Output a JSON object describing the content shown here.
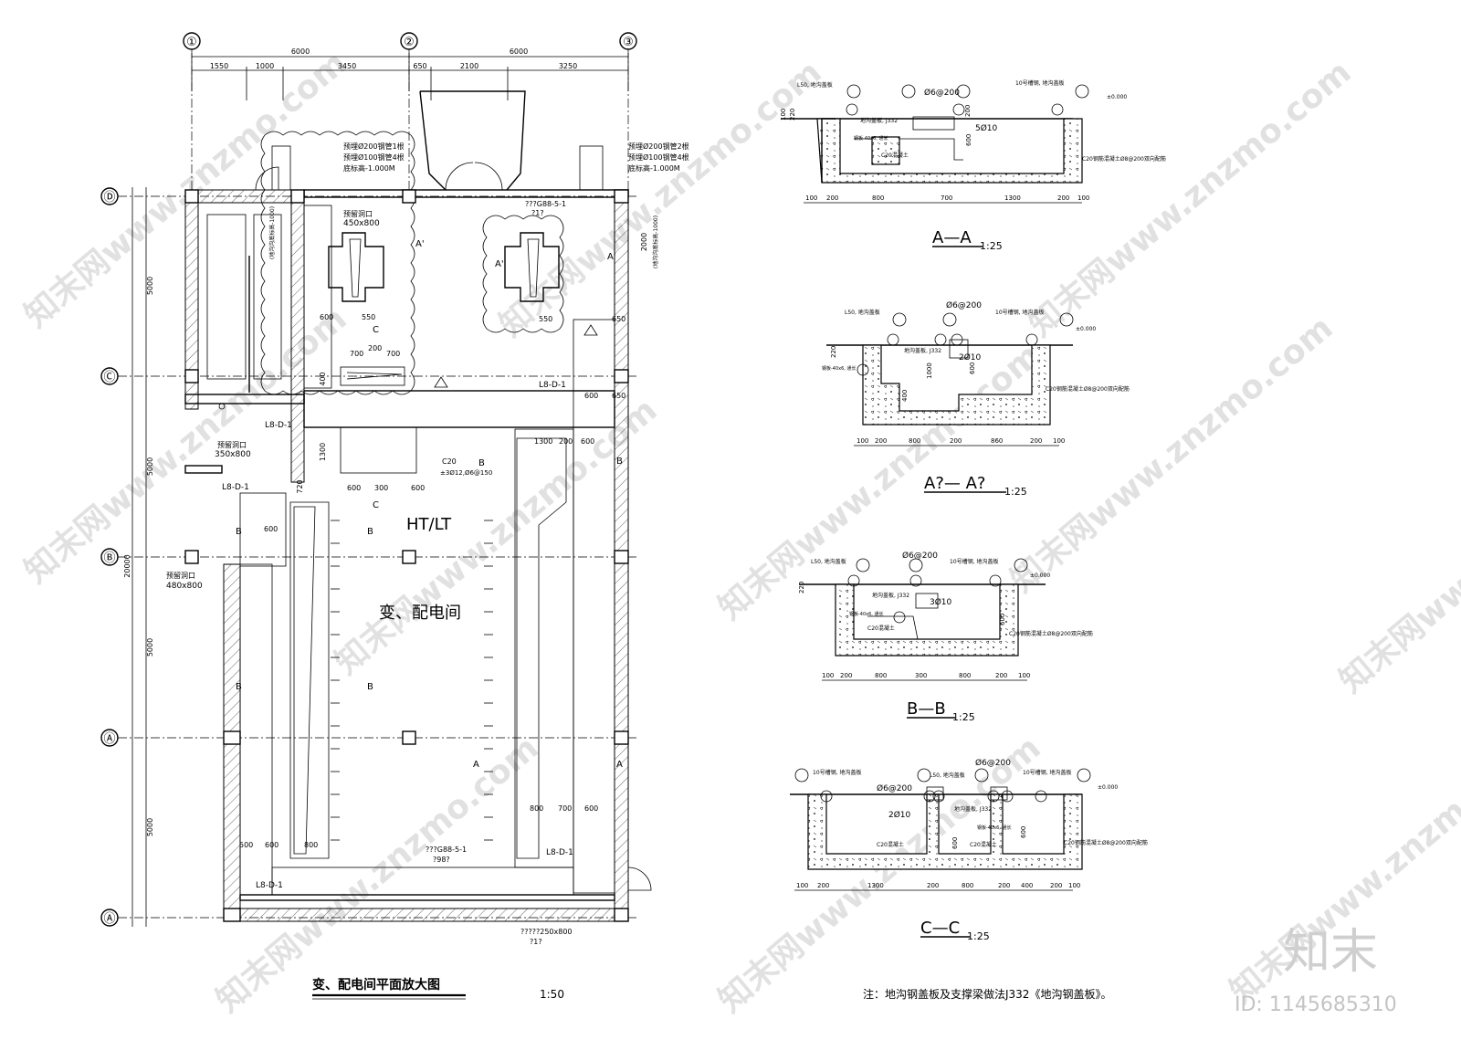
{
  "plan": {
    "title": "变、配电间平面放大图",
    "scale": "1:50",
    "room_code": "HT/LT",
    "room_name": "变、配电间",
    "axes_top": [
      "①",
      "②",
      "③"
    ],
    "axes_left": [
      "Ⓓ",
      "Ⓒ",
      "Ⓑ",
      "Ⓐ",
      "Ⓐ"
    ],
    "dim_top_totals": [
      "6000",
      "6000"
    ],
    "dim_top_parts": [
      "1550",
      "1000",
      "3450",
      "650",
      "2100",
      "3250"
    ],
    "dim_left": [
      "5000",
      "5000",
      "5000",
      "5000"
    ],
    "dim_left_total": "20000",
    "pipe_note_left": [
      "预埋Ø200钢管1根",
      "预埋Ø100钢管4根",
      "底标高-1.000M"
    ],
    "pipe_note_right": [
      "预埋Ø200钢管2根",
      "预埋Ø100钢管4根",
      "底标高-1.000M"
    ],
    "labels": {
      "opening_450": "450x800",
      "opening_350": "350x800",
      "opening_480": "480x800",
      "beam_a": "预留洞口",
      "beam_b": "预留洞口",
      "l8": "L8-D-1",
      "gb_top": "???G88-5-1",
      "gb_top2": "???G88-5-1",
      "gb_bot": "???G88-5-1",
      "gb_bot_sub": "?98?",
      "gb_top_sub": "?1?",
      "beam_bottom": "?????250x800",
      "beam_bottom_sub": "?1?",
      "c20": "C20",
      "c20_sub": "±3Ø12,Ø6@150",
      "sec_c": "C",
      "sec_b": "B",
      "sec_a": "A",
      "sec_a2": "A'",
      "dim_1300": "1300",
      "dim_200": "200",
      "dim_600": "600",
      "dim_550": "550",
      "dim_650": "650",
      "dim_700": "700",
      "dim_300": "300",
      "dim_800": "800",
      "dim_500": "500",
      "dim_2000": "2000",
      "dim_2000_note": "(地沟沟底标高-1000)",
      "dim_400": "400",
      "dim_720": "720",
      "dim_1000_note": "(地沟沟底标高-1000)"
    }
  },
  "sections": [
    {
      "id": "A-A",
      "title": "A—A",
      "scale": "1:25",
      "dims": [
        "100",
        "200",
        "800",
        "700",
        "1300",
        "200",
        "100"
      ],
      "labels": [
        "L50, 地沟盖板",
        "Ø6@200",
        "10号槽钢, 地沟盖板",
        "±0.000",
        "5Ø10",
        "C20混凝土",
        "C20钢筋混凝土Ø8@200双向配筋",
        "钢板-40x6, 通长",
        "地沟盖板, J332",
        "200",
        "600",
        "100",
        "220"
      ]
    },
    {
      "id": "A?-A?",
      "title": "A?— A?",
      "scale": "1:25",
      "dims": [
        "100",
        "200",
        "800",
        "200",
        "860",
        "200",
        "100"
      ],
      "labels": [
        "L50, 地沟盖板",
        "Ø6@200",
        "10号槽钢, 地沟盖板",
        "±0.000",
        "2Ø10",
        "C20钢筋混凝土Ø8@200双向配筋",
        "钢板-40x6, 通长",
        "地沟盖板, J332",
        "1000",
        "600",
        "400",
        "220"
      ]
    },
    {
      "id": "B-B",
      "title": "B—B",
      "scale": "1:25",
      "dims": [
        "100",
        "200",
        "800",
        "300",
        "800",
        "200",
        "100"
      ],
      "labels": [
        "L50, 地沟盖板",
        "Ø6@200",
        "10号槽钢, 地沟盖板",
        "±0.000",
        "3Ø10",
        "C20混凝土",
        "C20钢筋混凝土Ø8@200双向配筋",
        "钢板-40x6, 通长",
        "地沟盖板, J332",
        "600",
        "220"
      ]
    },
    {
      "id": "C-C",
      "title": "C—C",
      "scale": "1:25",
      "dims": [
        "100",
        "200",
        "1300",
        "200",
        "800",
        "200",
        "400",
        "200",
        "100"
      ],
      "labels": [
        "10号槽钢, 地沟盖板",
        "L50, 地沟盖板",
        "Ø6@200",
        "Ø6@200",
        "10号槽钢, 地沟盖板",
        "±0.000",
        "2Ø10",
        "地沟盖板, J332",
        "C20混凝土",
        "C20混凝土",
        "C20钢筋混凝土Ø8@200双向配筋",
        "钢板-40x6, 通长",
        "600",
        "600"
      ]
    }
  ],
  "note": "注：地沟钢盖板及支撑梁做法J332《地沟钢盖板》。",
  "watermark": {
    "site": "知末网www.znzmo.com",
    "brand": "知末",
    "id": "ID: 1145685310"
  }
}
